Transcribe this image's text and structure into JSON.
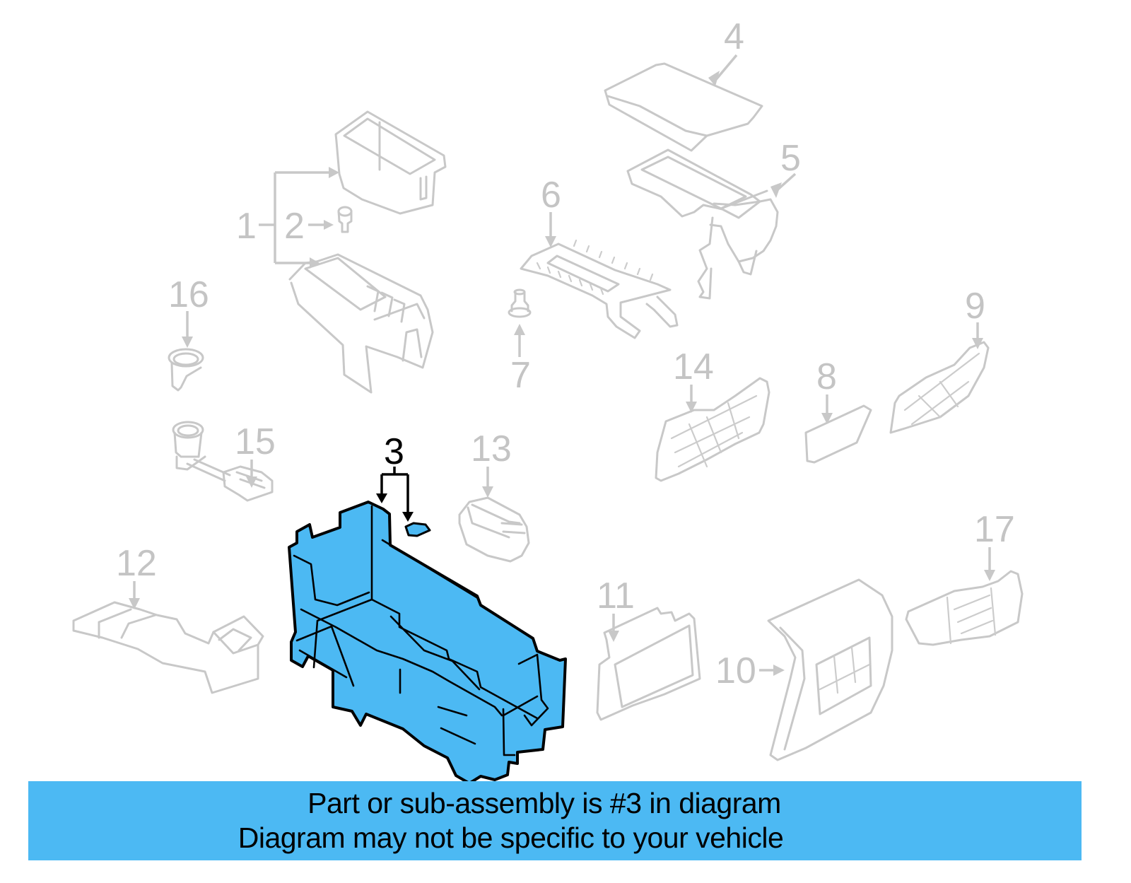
{
  "diagram": {
    "highlighted_part": "3",
    "highlight_color": "#4cb9f3",
    "callouts": [
      {
        "id": "c1",
        "label": "1"
      },
      {
        "id": "c2",
        "label": "2"
      },
      {
        "id": "c3",
        "label": "3",
        "highlighted": true
      },
      {
        "id": "c4",
        "label": "4"
      },
      {
        "id": "c5",
        "label": "5"
      },
      {
        "id": "c6",
        "label": "6"
      },
      {
        "id": "c7",
        "label": "7"
      },
      {
        "id": "c8",
        "label": "8"
      },
      {
        "id": "c9",
        "label": "9"
      },
      {
        "id": "c10",
        "label": "10"
      },
      {
        "id": "c11",
        "label": "11"
      },
      {
        "id": "c12",
        "label": "12"
      },
      {
        "id": "c13",
        "label": "13"
      },
      {
        "id": "c14",
        "label": "14"
      },
      {
        "id": "c15",
        "label": "15"
      },
      {
        "id": "c16",
        "label": "16"
      },
      {
        "id": "c17",
        "label": "17"
      }
    ]
  },
  "caption": {
    "line1": "Part or sub-assembly is #3 in diagram",
    "line2": "Diagram may not be specific to your vehicle",
    "background": "#4cb9f3"
  }
}
